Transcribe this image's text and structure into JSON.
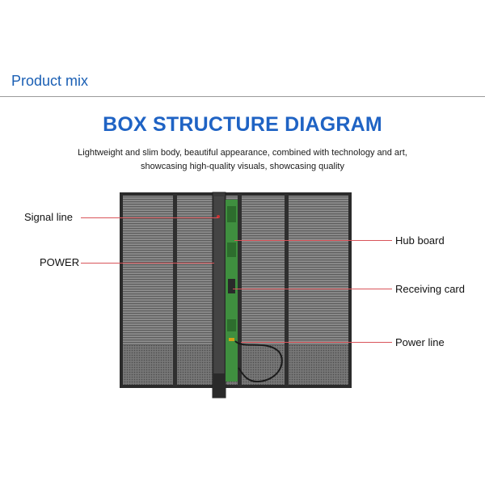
{
  "header": {
    "title": "Product mix"
  },
  "diagram": {
    "title": "BOX STRUCTURE DIAGRAM",
    "subtitle_lines": [
      "Lightweight and slim body, beautiful appearance, combined with technology and art,",
      "showcasing high-quality visuals, showcasing quality"
    ],
    "labels_left": [
      {
        "id": "signal-line",
        "text": "Signal line"
      },
      {
        "id": "power",
        "text": "POWER"
      }
    ],
    "labels_right": [
      {
        "id": "hub-board",
        "text": "Hub board"
      },
      {
        "id": "receiving-card",
        "text": "Receiving card"
      },
      {
        "id": "power-line",
        "text": "Power line"
      }
    ],
    "colors": {
      "title_blue": "#1f63c4",
      "leader_red": "#d9545a",
      "frame": "#2b2b2b",
      "board_green": "#3f8f3f"
    }
  }
}
